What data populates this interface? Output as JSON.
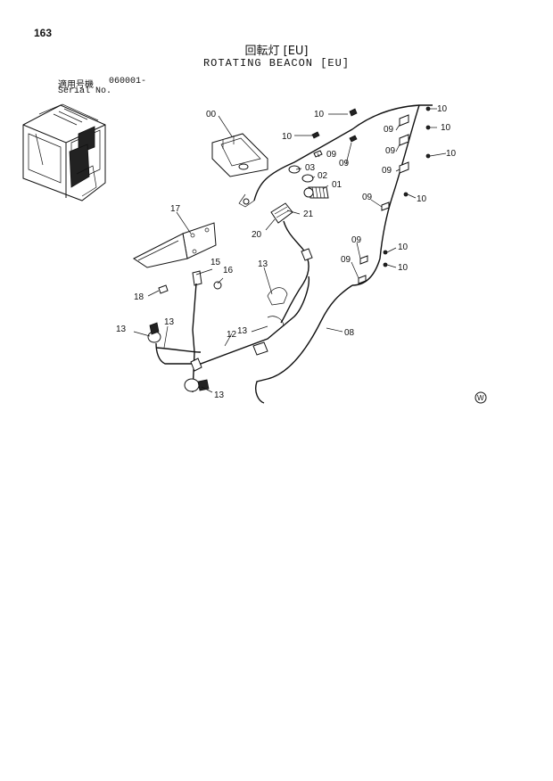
{
  "page_number": "163",
  "title_jp": "回転灯 [EU]",
  "title_en": "ROTATING BEACON [EU]",
  "serial_label_jp": "適用号機",
  "serial_value": "060001-",
  "serial_label_en": "Serial No.",
  "callouts": {
    "c00": "00",
    "c01": "01",
    "c02": "02",
    "c03": "03",
    "c08": "08",
    "c09": "09",
    "c10": "10",
    "c12": "12",
    "c13": "13",
    "c15": "15",
    "c16": "16",
    "c17": "17",
    "c18": "18",
    "c20": "20",
    "c21": "21"
  },
  "logo_mark": "W"
}
